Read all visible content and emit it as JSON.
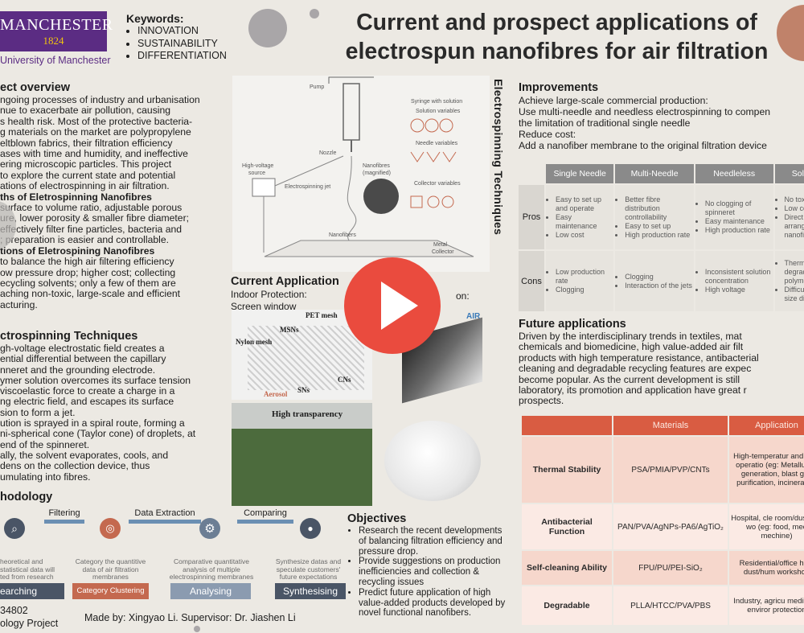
{
  "logo": {
    "top": "MANCHESTER",
    "year": "1824",
    "bottom": "University of Manchester"
  },
  "keywords": {
    "title": "Keywords:",
    "items": [
      "INNOVATION",
      "SUSTAINABILITY",
      "DIFFERENTIATION"
    ]
  },
  "title": {
    "line1": "Current and prospect applications of",
    "line2": "electrospun nanofibres for air filtration"
  },
  "project_overview": {
    "title": "ect overview",
    "lines": [
      "ngoing processes of industry and urbanisation",
      "nue to exacerbate air pollution, causing",
      "s  health risk. Most of the protective bacteria-",
      "g materials on the market are polypropylene",
      "eltblown fabrics, their filtration efficiency",
      "ases with time and humidity,  and ineffective",
      "ering microscopic particles. This project",
      "to explore the current state and potential",
      "ations of electrospinning in air filtration."
    ],
    "strengths_title": "ths of Eletrospinning Nanofibres",
    "strengths": [
      "surface to volume ratio, adjustable porous",
      "ure, lower porosity & smaller fibre diameter;",
      "effectively filter fine particles, bacteria and",
      "; preparation is easier  and controllable."
    ],
    "limits_title": "tions of Eletrospining Nanofibres",
    "limits": [
      "to balance the high air filtering efficiency",
      "ow pressure drop; higher cost; collecting",
      "ecycling solvents; only a few of them are",
      "aching non-toxic, large-scale and efficient",
      "acturing."
    ]
  },
  "techniques": {
    "title": "ctrospinning Techniques",
    "lines": [
      "gh-voltage electrostatic field creates a",
      "ential differential between the capillary",
      "nneret and the grounding electrode.",
      "ymer solution overcomes its surface tension",
      "viscoelastic force to create a charge in a",
      "ng electric field, and escapes its surface",
      "sion to form a jet.",
      "ution is sprayed in a spiral route, forming a",
      "ni-spherical cone (Taylor cone) of droplets, at",
      "end of the spinneret.",
      "ally, the solvent evaporates, cools, and",
      "dens on the collection device, thus",
      "umulating into fibres."
    ]
  },
  "methodology": {
    "title": "hodology",
    "arrows": [
      "Filtering",
      "Data Extraction",
      "Comparing"
    ],
    "steps": [
      {
        "desc": [
          "heoretical and",
          "statistical data will",
          "ted from research"
        ],
        "label": "earching"
      },
      {
        "desc": [
          "Category the quantitive",
          "data of air filtration",
          "membranes"
        ],
        "label": "Category Clustering"
      },
      {
        "desc": [
          "Comparative quantitative",
          "analysis of multiple",
          "electrospinning membranes"
        ],
        "label": "Analysing"
      },
      {
        "desc": [
          "Synthesize datas and",
          "speculate customers'",
          "future expectations"
        ],
        "label": "Synthesising"
      }
    ]
  },
  "footer": {
    "id": "34802",
    "project": "ology Project",
    "credits": "Made by: Xingyao Li.   Supervisor: Dr. Jiashen Li"
  },
  "diagram": {
    "pump": "Pump",
    "syringe": "Syringe with solution",
    "solution_vars": "Solution variables",
    "needle_vars": "Needle variables",
    "nozzle": "Nozzle",
    "hv1": "High-voltage",
    "hv2": "source",
    "jet": "Electrospinning jet",
    "nano1": "Nanofibres",
    "nano2": "(magnified)",
    "collector_vars": "Collector variables",
    "nanofibers": "Nanofibers",
    "metal1": "Metal",
    "metal2": "Collector"
  },
  "vertical_title": "Electrospinning Techniques",
  "current_app": {
    "title": "Current Application",
    "indoor": "Indoor Protection:",
    "screen": "Screen window",
    "partial": "on:"
  },
  "photo_labels": {
    "pet": "PET mesh",
    "msns": "MSNs",
    "nylon": "Nylon mesh",
    "cns": "CNs",
    "sns": "SNs",
    "aerosol": "Aerosol",
    "air": "AIR",
    "high_t": "High transparency"
  },
  "objectives": {
    "title": "Objectives",
    "items": [
      [
        "Research the recent developments",
        "of balancing filtration efficiency and",
        "pressure drop."
      ],
      [
        "Provide suggestions on production",
        "inefficiencies and collection &",
        "recycling issues"
      ],
      [
        "Predict future application of high",
        "value-added products developed by",
        "novel functional nanofibers."
      ]
    ]
  },
  "improvements": {
    "title": "Improvements",
    "l1": "Achieve large-scale commercial production:",
    "l2": "Use multi-needle and needless electrospinning to compen",
    "l3": "the limitation of traditional single needle",
    "l4": "Reduce cost:",
    "l5": "Add a nanofiber membrane to the original filtration device"
  },
  "compare_table": {
    "headers": [
      "Single Needle",
      "Multi-Needle",
      "Needleless",
      "Solvent"
    ],
    "rows": [
      {
        "label": "Pros",
        "cells": [
          [
            "Easy to set up and operate",
            "Easy maintenance",
            "Low cost"
          ],
          [
            "Better fibre distribution controllability",
            "Easy to set up",
            "High production rate"
          ],
          [
            "No clogging of spinneret",
            "Easy maintenance",
            "High production rate"
          ],
          [
            "No toxic",
            "Low cost",
            "Direct wr arranged nanofiber"
          ]
        ]
      },
      {
        "label": "Cons",
        "cells": [
          [
            "Low production rate",
            "Clogging"
          ],
          [
            "Clogging",
            "Interaction of the jets"
          ],
          [
            "Inconsistent solution concentration",
            "High voltage"
          ],
          [
            "Thermal degradat polymer",
            "Difficult t pore size diameter"
          ]
        ]
      }
    ]
  },
  "future": {
    "title": "Future applications",
    "lines": [
      "Driven by the interdisciplinary trends in textiles, mat",
      "chemicals and biomedicine, high value-added air filt",
      "products with high temperature resistance, antibacterial",
      "cleaning and degradable recycling features are expec",
      "become popular. As the current development is still",
      "laboratory, its promotion and application have great r",
      "prospects."
    ]
  },
  "app_table": {
    "headers": [
      "",
      "Materials",
      "Application"
    ],
    "rows": [
      {
        "feature": "Thermal Stability",
        "materials": "PSA/PMIA/PVP/CNTs",
        "application": "High-temperatur and dust operatio (eg: Metallurgy, generation, blast gas purification, incineration"
      },
      {
        "feature": "Antibacterial Function",
        "materials": "PAN/PVA/AgNPs-PA6/AgTiO₂",
        "application": "Hospital, cle room/dustless wo (eg: food, med mechine)"
      },
      {
        "feature": "Self-cleaning Ability",
        "materials": "FPU/PU/PEI-SiO₂",
        "application": "Residential/office high dust/hum workshop"
      },
      {
        "feature": "Degradable",
        "materials": "PLLA/HTCC/PVA/PBS",
        "application": "Industry, agricu medicine, enviror protection"
      }
    ]
  }
}
